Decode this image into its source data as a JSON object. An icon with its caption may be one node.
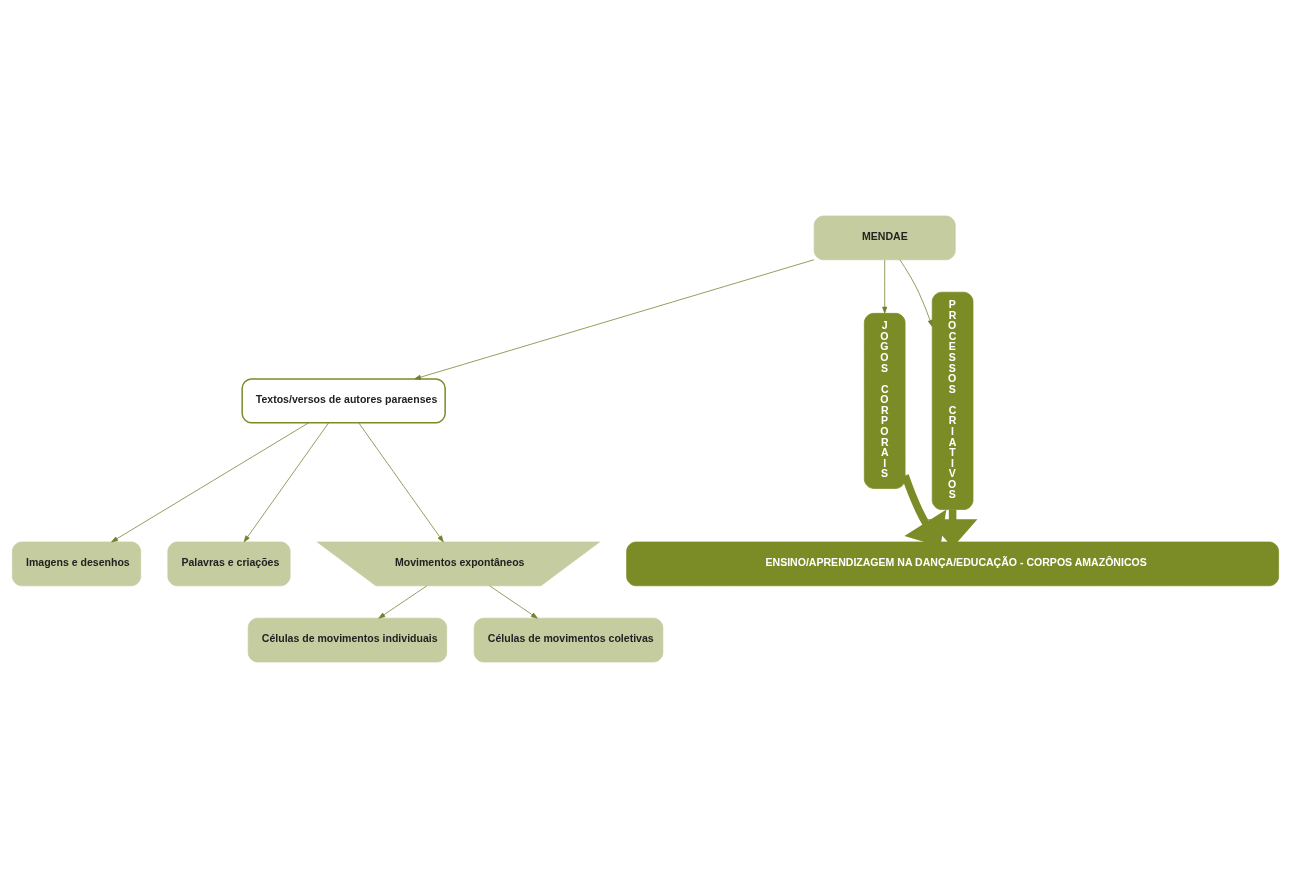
{
  "diagram": {
    "nodes": [
      {
        "text": [
          "MENDAE"
        ]
      },
      {
        "text": [
          "Textos/versos de autores paraenses"
        ]
      },
      {
        "text": [
          "Imagens e desenhos"
        ]
      },
      {
        "text": [
          "Palavras e criações"
        ]
      },
      {
        "text": [
          "Movimentos expontâneos"
        ]
      },
      {
        "text": [
          "Células de movimentos individuais"
        ]
      },
      {
        "text": [
          "Células de movimentos coletivas"
        ]
      },
      {
        "text": [
          "JOGOS CORPORAIS"
        ]
      },
      {
        "text": [
          "PROCESSOS CRIATIVOS"
        ]
      },
      {
        "text": [
          "ENSINO/APRENDIZAGEM NA DANÇA/EDUCAÇÃO - CORPOS AMAZÔNICOS"
        ]
      }
    ],
    "edges": [
      {
        "from": 0,
        "to": 7,
        "arrow": "to"
      },
      {
        "from": 0,
        "to": 1,
        "arrow": "to"
      },
      {
        "from": 0,
        "to": 8,
        "arrow": "to"
      },
      {
        "from": 1,
        "to": 2,
        "arrow": "to"
      },
      {
        "from": 1,
        "to": 4,
        "arrow": "to"
      },
      {
        "from": 1,
        "to": 3,
        "arrow": "to"
      },
      {
        "from": 4,
        "to": 5,
        "arrow": "to"
      },
      {
        "from": 4,
        "to": 6,
        "arrow": "to"
      },
      {
        "from": 7,
        "to": 9,
        "arrow": "to",
        "style": "thick",
        "color": "#7b8c27"
      },
      {
        "from": 8,
        "to": 9,
        "arrow": "to",
        "style": "thick",
        "color": "#7b8c27"
      }
    ]
  }
}
